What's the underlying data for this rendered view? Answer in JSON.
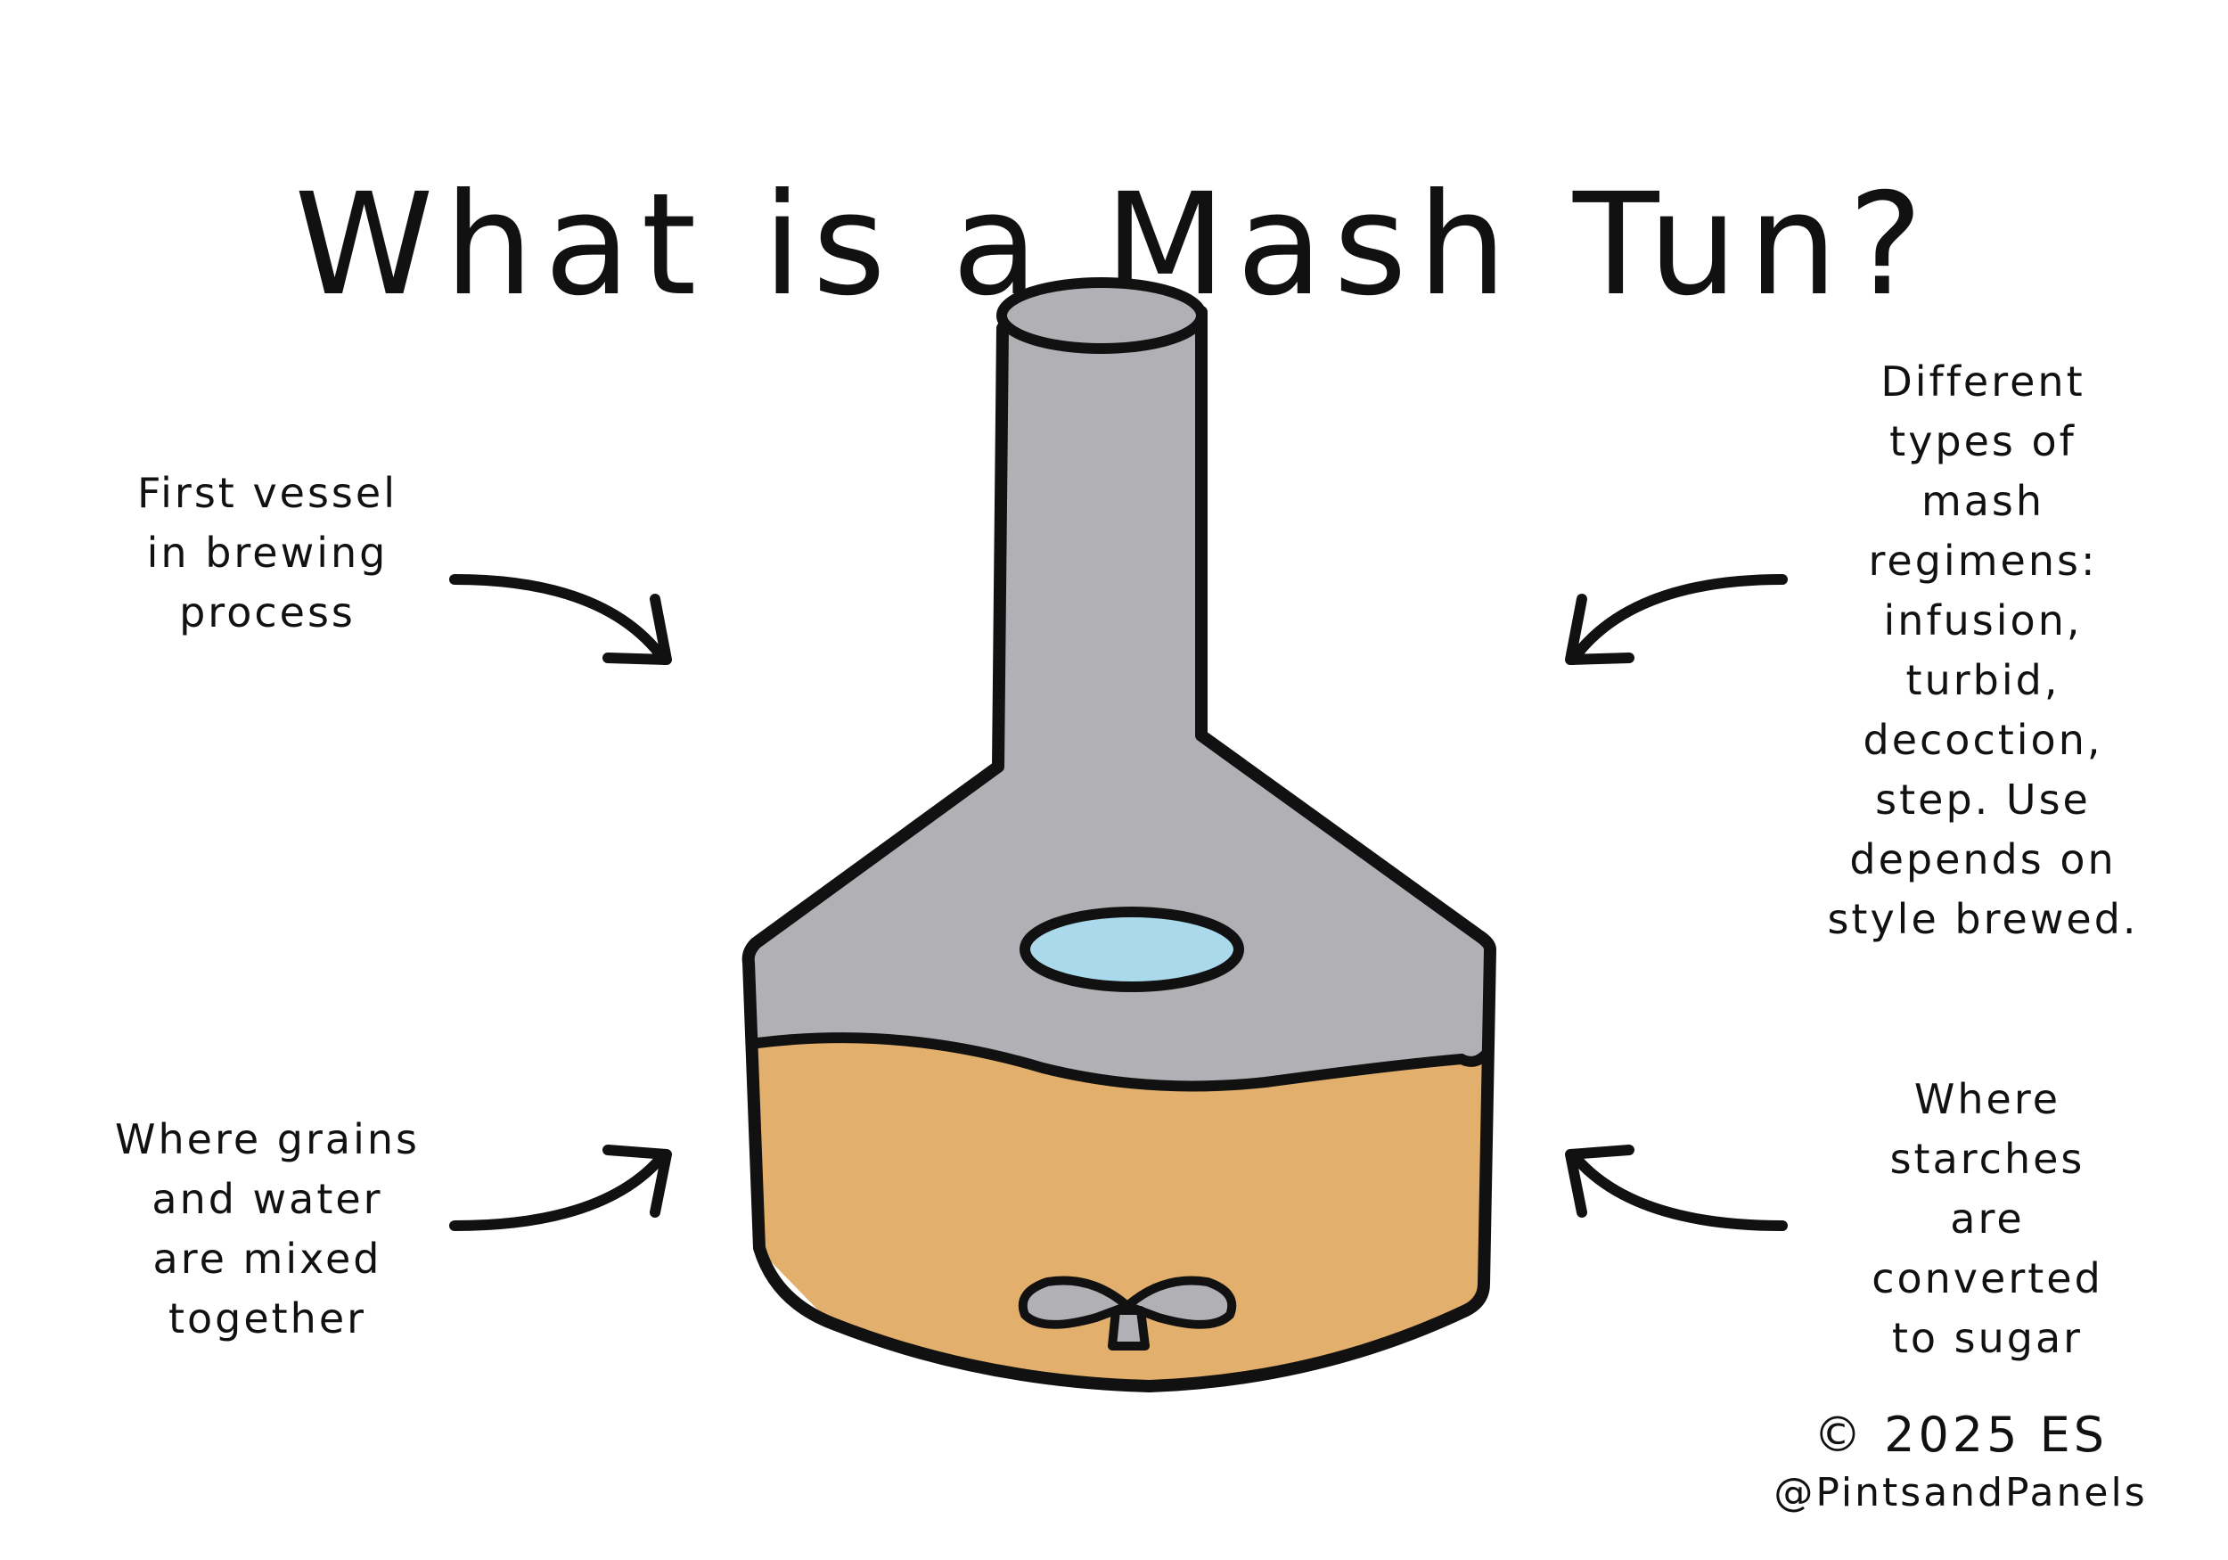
{
  "title": "What is a Mash Tun?",
  "annotations": {
    "top_left": [
      "First vessel",
      "in brewing",
      "process"
    ],
    "bottom_left": [
      "Where grains",
      "and water",
      "are mixed",
      "together"
    ],
    "top_right": [
      "Different",
      "types of",
      "mash",
      "regimens:",
      "infusion,",
      "turbid,",
      "decoction,",
      "step. Use",
      "depends on",
      "style brewed."
    ],
    "bottom_right": [
      "Where",
      "starches",
      "are",
      "converted",
      "to sugar"
    ]
  },
  "credit": {
    "copyright": "© 2025 ES",
    "handle": "@PintsandPanels"
  },
  "colors": {
    "steel": "#b0b0b5",
    "mash": "#e2b06c",
    "window": "#a9d9ea",
    "outline": "#111111"
  }
}
